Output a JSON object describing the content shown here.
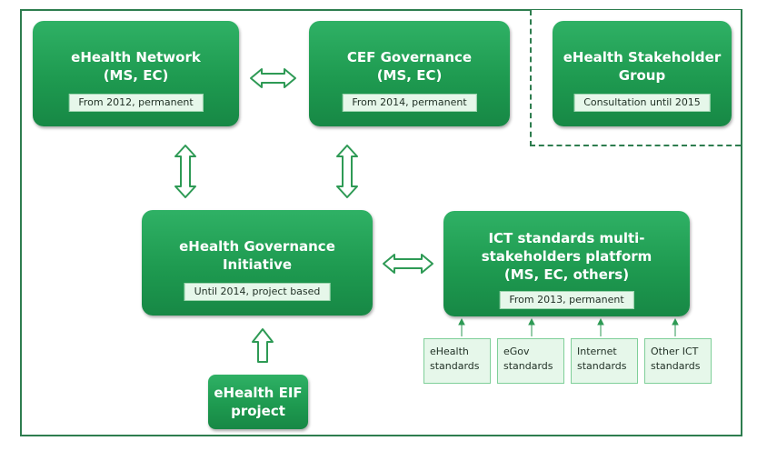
{
  "boxes": {
    "ehealth_network": {
      "title": "eHealth Network\n(MS, EC)",
      "tag": "From 2012, permanent"
    },
    "cef_governance": {
      "title": "CEF Governance\n(MS, EC)",
      "tag": "From 2014, permanent"
    },
    "stakeholder_group": {
      "title": "eHealth Stakeholder\nGroup",
      "tag": "Consultation until 2015"
    },
    "governance_initiative": {
      "title": "eHealth Governance\nInitiative",
      "tag": "Until 2014, project based"
    },
    "ict_platform": {
      "title": "ICT standards multi-\nstakeholders platform\n(MS, EC, others)",
      "tag": "From 2013, permanent"
    },
    "eif_project": {
      "title": "eHealth EIF\nproject"
    }
  },
  "standards": [
    "eHealth\nstandards",
    "eGov\nstandards",
    "Internet\nstandards",
    "Other ICT\nstandards"
  ],
  "colors": {
    "box_green": "#1e9a50",
    "frame_green": "#2e7d4f",
    "tag_fill": "#e6f7ea"
  }
}
